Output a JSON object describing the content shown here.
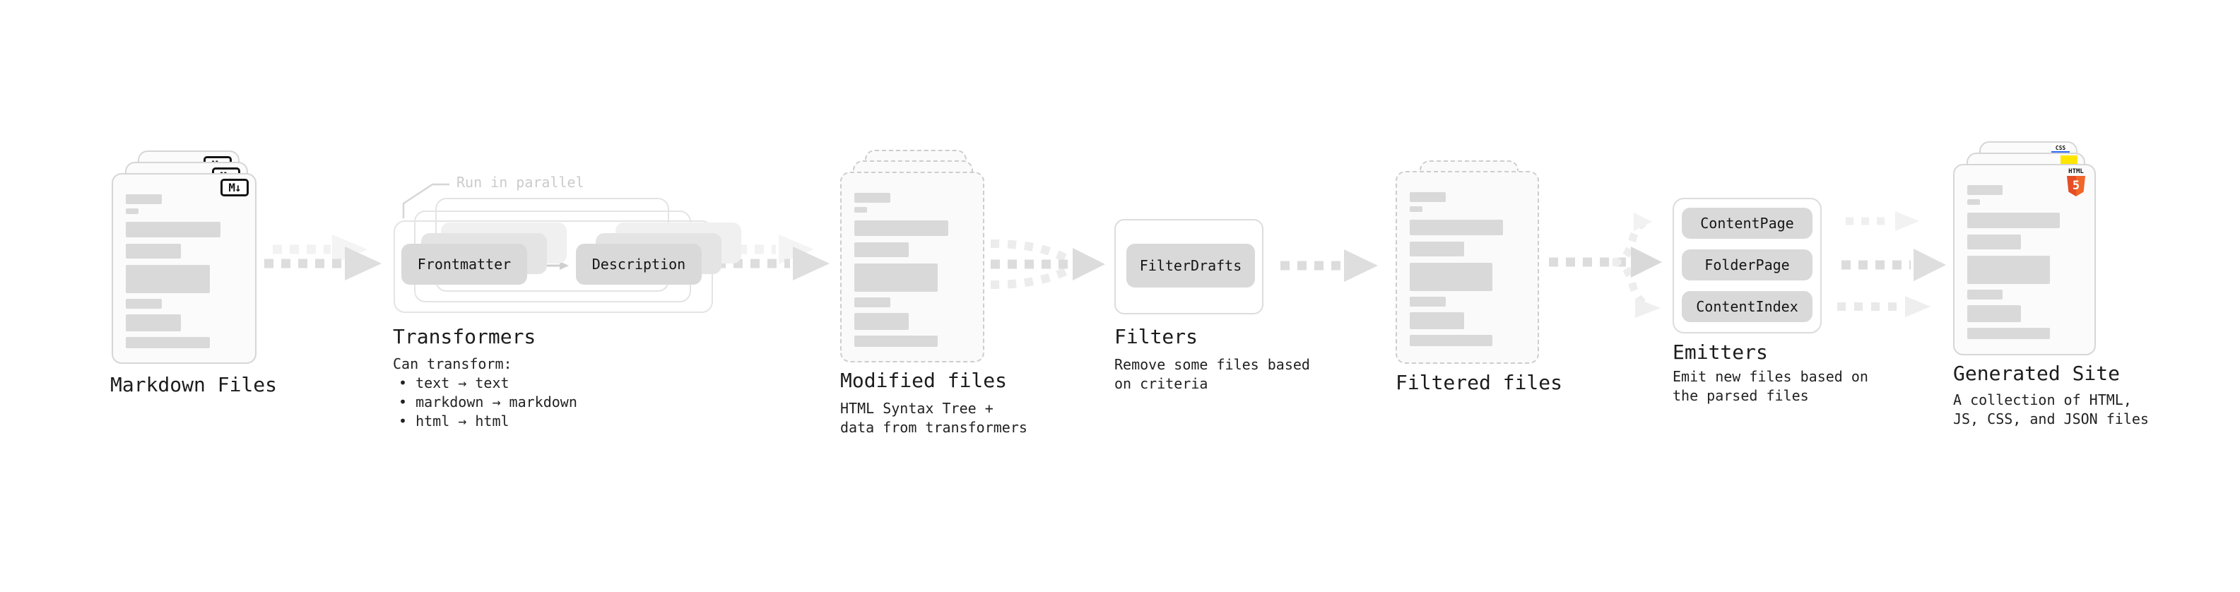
{
  "diagram": {
    "title_hidden": "",
    "colors": {
      "doc_fill": "#fbfbfb",
      "doc_border": "#d6d6d6",
      "content_bar": "#d9d9d9",
      "box_fill": "#d9d9d9",
      "arrow_dark": "#dcdcdc",
      "arrow_light": "#f2f2f2",
      "note_gray": "#cbcbcb",
      "text": "#1c1c1c",
      "html5_orange": "#e44d26",
      "js_yellow": "#ffe600",
      "css_blue": "#2c6bf2"
    },
    "stages": {
      "markdown": {
        "label": "Markdown Files",
        "badge": "M↓"
      },
      "transformers": {
        "note": "Run in parallel",
        "box1": "Frontmatter",
        "box2": "Description",
        "heading": "Transformers",
        "caption": "Can transform:",
        "bullets": [
          "• text → text",
          "• markdown → markdown",
          "• html → html"
        ]
      },
      "modified": {
        "heading": "Modified files",
        "caption": [
          "HTML Syntax Tree +",
          "data from transformers"
        ]
      },
      "filters": {
        "box": "FilterDrafts",
        "heading": "Filters",
        "caption": [
          "Remove some files based",
          "on criteria"
        ]
      },
      "filtered": {
        "heading": "Filtered files"
      },
      "emitters": {
        "boxes": [
          "ContentPage",
          "FolderPage",
          "ContentIndex"
        ],
        "heading": "Emitters",
        "caption": [
          "Emit new files based on",
          "the parsed files"
        ]
      },
      "generated": {
        "heading": "Generated Site",
        "caption": [
          "A collection of HTML,",
          "JS, CSS, and JSON files"
        ],
        "badges": {
          "css": "CSS",
          "html": "HTML",
          "five": "5"
        }
      }
    }
  }
}
